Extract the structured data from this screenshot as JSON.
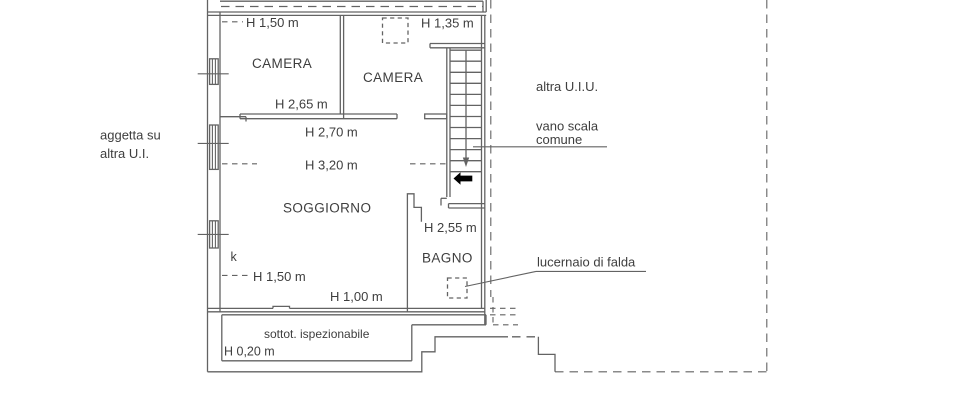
{
  "drawing_type": "floor-plan",
  "colors": {
    "line": "#636363",
    "text": "#3e3e3e",
    "background": "#ffffff"
  },
  "labels": {
    "h150_top": "H 1,50 m",
    "h135": "H 1,35 m",
    "camera_left": "CAMERA",
    "camera_right": "CAMERA",
    "h265": "H 2,65 m",
    "h270": "H 2,70 m",
    "h320": "H 3,20 m",
    "soggiorno": "SOGGIORNO",
    "k": "k",
    "h150_bottom": "H 1,50 m",
    "h100": "H 1,00 m",
    "h255": "H 2,55 m",
    "bagno": "BAGNO",
    "sottotetto": "sottot. ispezionabile",
    "h020": "H 0,20 m",
    "aggetta_line1": "aggetta su",
    "aggetta_line2": "altra U.I.",
    "altra_uiu": "altra U.I.U.",
    "vano_scala_line1": "vano scala",
    "vano_scala_line2": "comune",
    "lucernaio": "lucernaio di falda"
  }
}
